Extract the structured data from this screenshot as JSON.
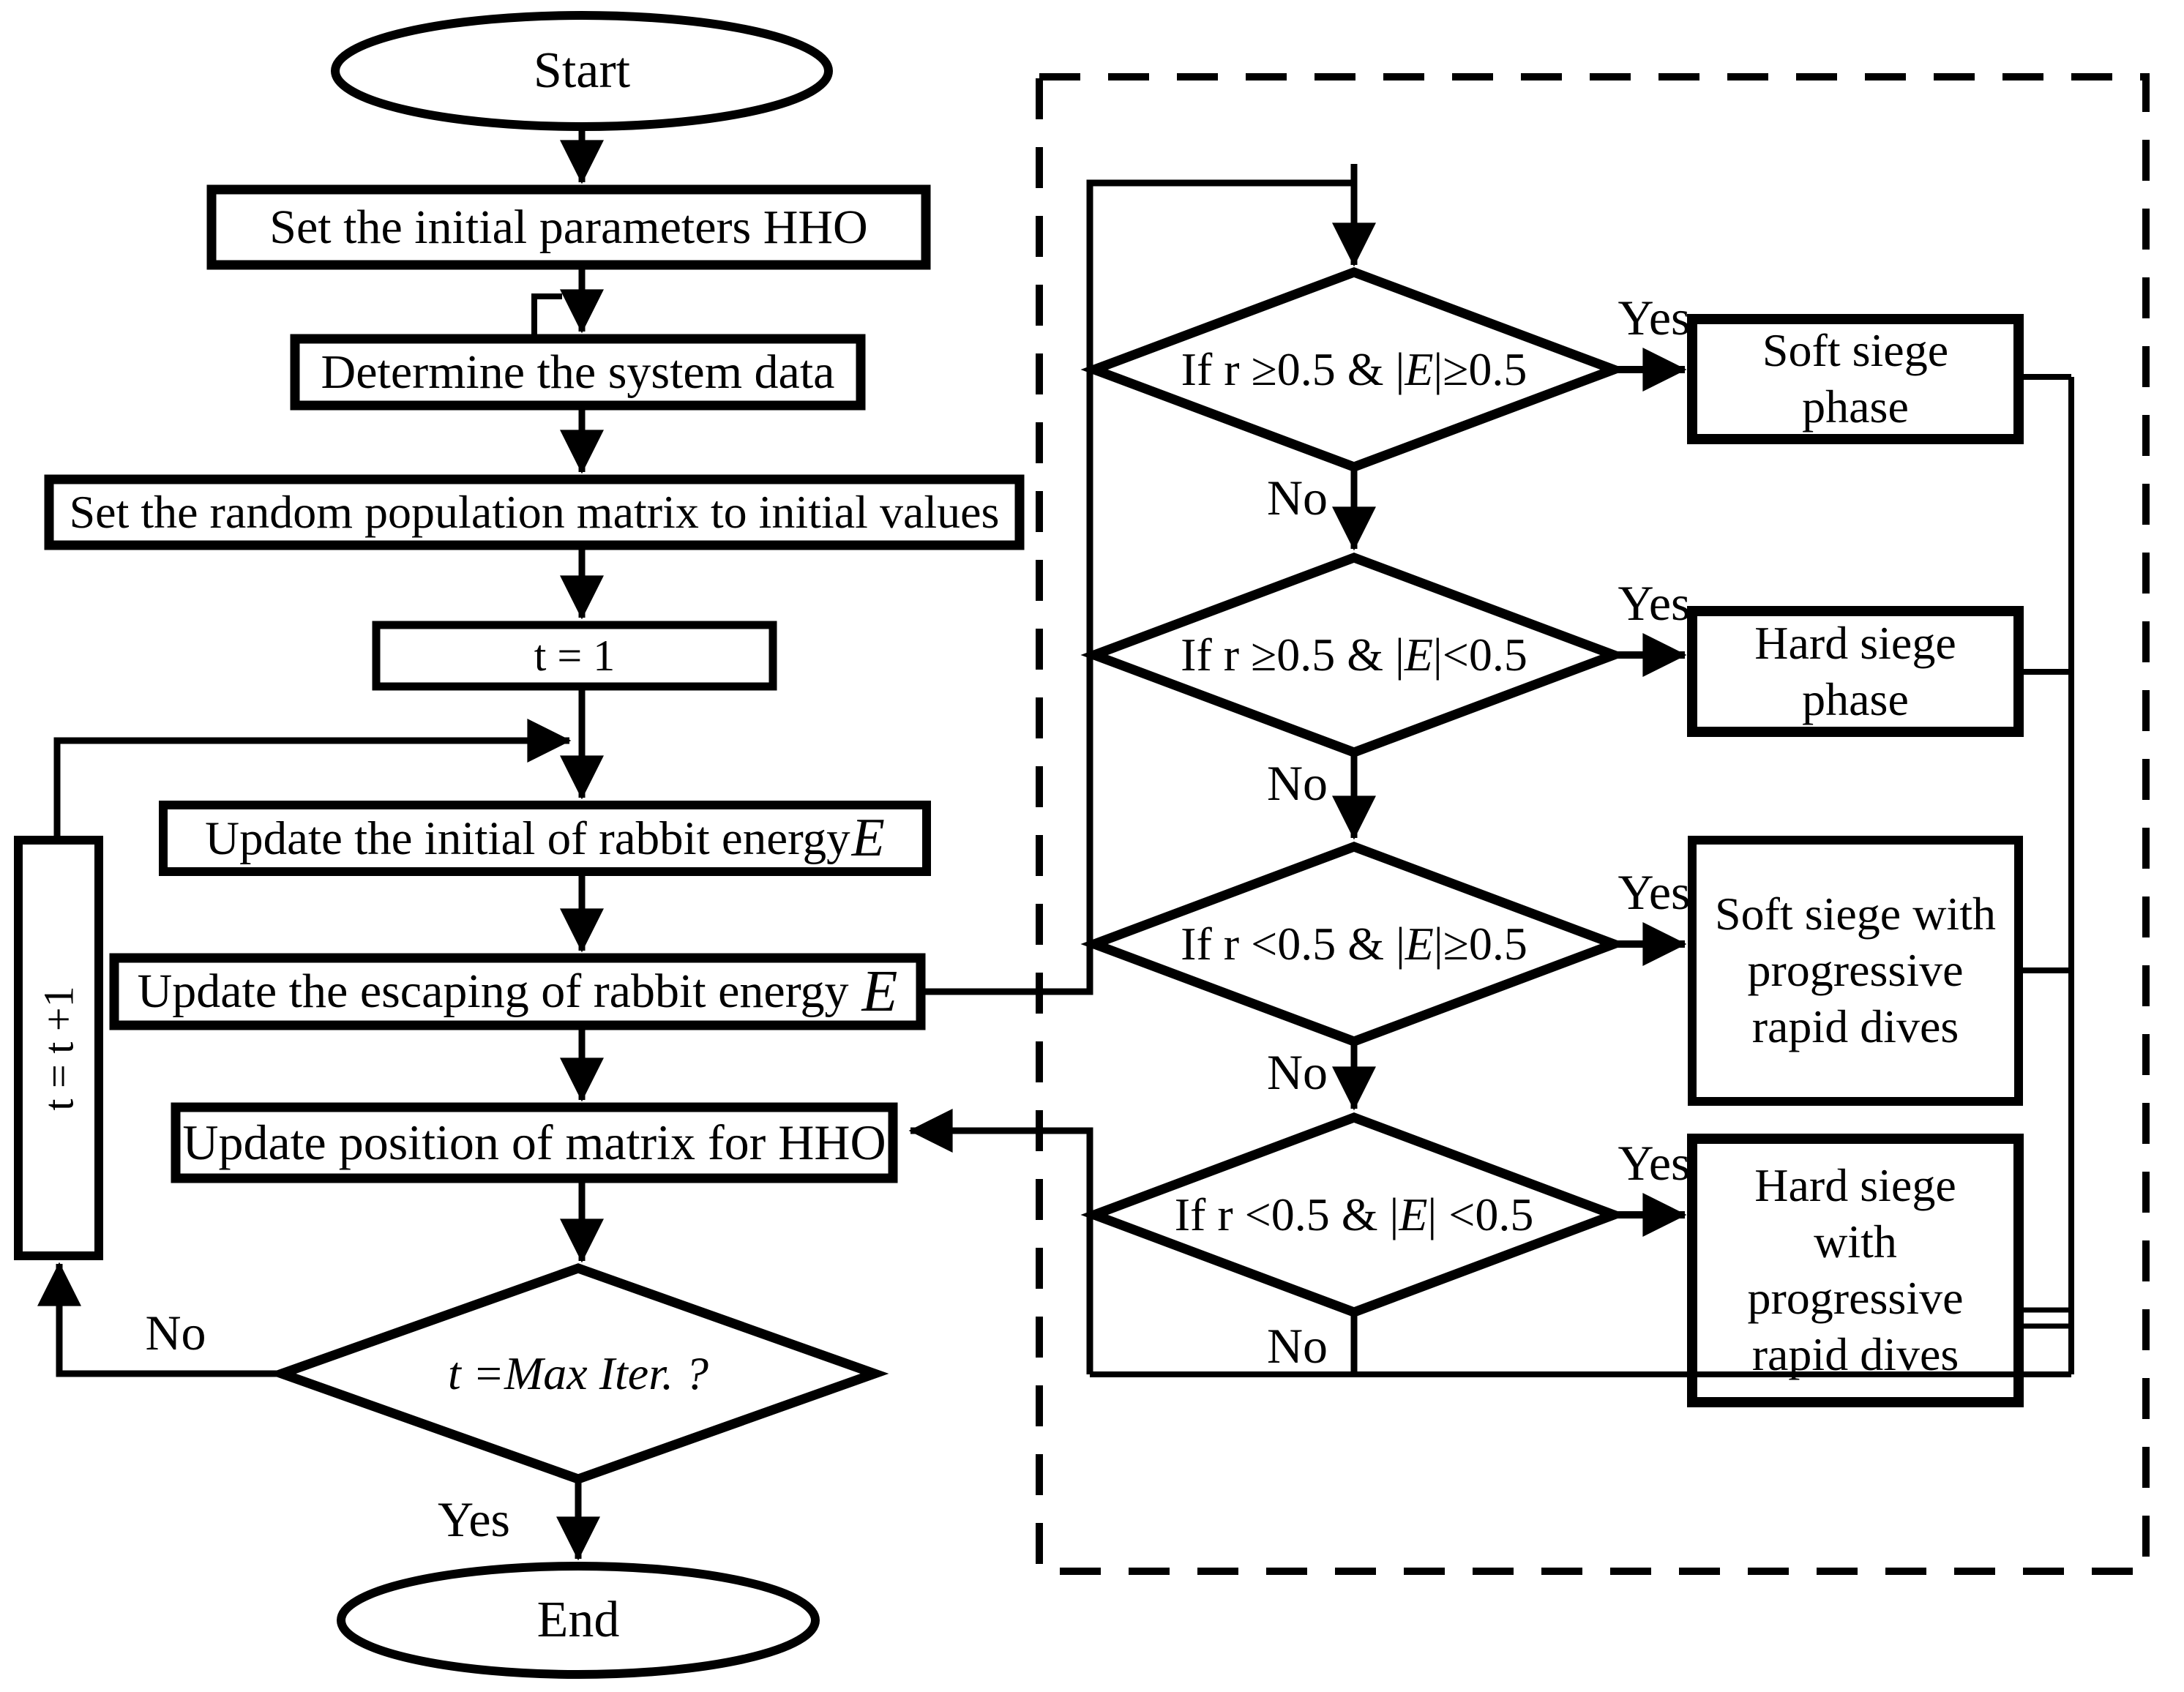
{
  "colors": {
    "ink": "#000000",
    "background": "#ffffff"
  },
  "left": {
    "start_label": "Start",
    "step1": "Set the initial parameters HHO",
    "step2": "Determine the system data",
    "step3": "Set the random population matrix to initial values",
    "step4": "t = 1",
    "step5_text": "Update the initial of rabbit energy",
    "step5_symbol": "E",
    "step6_text": "Update the escaping of rabbit energy",
    "step6_symbol": "E",
    "step7": "Update position of matrix for HHO",
    "decision_label": "t =Max Iter. ?",
    "decision_no": "No",
    "decision_yes": "Yes",
    "loop_box_label": "t = t +1",
    "end_label": "End"
  },
  "right": {
    "diamonds": [
      {
        "pre": "If r ≥",
        "mid": "0.5 & |",
        "e": "E",
        "post": "|≥0.5",
        "yes": "Yes",
        "no": "No",
        "result_lines": [
          "Soft siege",
          "phase"
        ]
      },
      {
        "pre": "If r ≥ ",
        "mid": "0.5 & |",
        "e": "E",
        "post": "|<0.5",
        "yes": "Yes",
        "no": "No",
        "result_lines": [
          "Hard siege",
          "phase"
        ]
      },
      {
        "pre": "If r < ",
        "mid": "0.5 & |",
        "e": "E",
        "post": "|≥0.5",
        "yes": "Yes",
        "no": "No",
        "result_lines": [
          "Soft siege with",
          "progressive",
          "rapid dives"
        ]
      },
      {
        "pre": "If r < ",
        "mid": "0.5 & |",
        "e": "E",
        "post": "| <0.5",
        "yes": "Yes",
        "no": "No",
        "result_lines": [
          "Hard siege",
          "with",
          "progressive",
          "rapid dives"
        ]
      }
    ]
  }
}
